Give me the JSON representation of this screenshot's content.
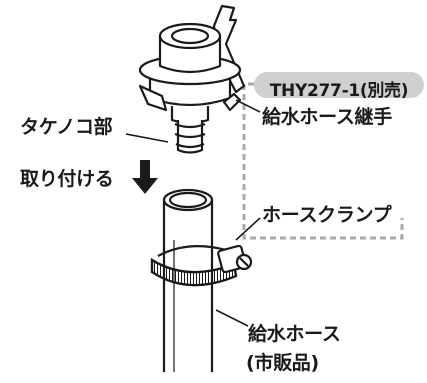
{
  "labels": {
    "product_code": "THY277-1(別売)",
    "hose_joint": "給水ホース継手",
    "bamboo_shoot": "タケノコ部",
    "attach": "取り付ける",
    "hose_clamp": "ホースクランプ",
    "supply_hose_line1": "給水ホース",
    "supply_hose_line2": "(市販品)"
  },
  "colors": {
    "ink": "#1a1a1a",
    "badge_fill": "#cfcfcf",
    "dashed_line": "#aaaaaa",
    "hose_fill": "#ffffff"
  },
  "icons": {
    "attach_arrow": "arrow-down-icon"
  }
}
